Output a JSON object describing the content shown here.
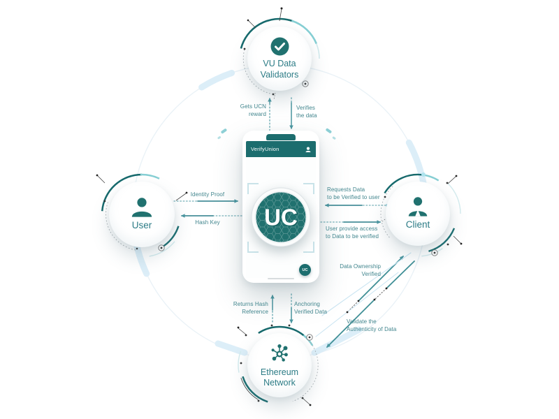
{
  "diagram_title": "VerifyUnion ecosystem diagram",
  "colors": {
    "teal": "#20716F",
    "teal_dark": "#176A6D",
    "text_teal": "#2B7B85",
    "arrow_teal": "#4A96A0",
    "light_arc": "#DCEEF8"
  },
  "nodes": {
    "validators": {
      "label": "VU Data\nValidators",
      "icon": "check-icon"
    },
    "user": {
      "label": "User",
      "icon": "user-icon"
    },
    "client": {
      "label": "Client",
      "icon": "client-icon"
    },
    "ethereum": {
      "label": "Ethereum\nNetwork",
      "icon": "network-icon"
    }
  },
  "phone": {
    "app_title": "VerifyUnion",
    "appbar_icon": "profile-icon",
    "coin_text": "UC",
    "badge_text": "UC"
  },
  "flows": {
    "gets_ucn_reward": "Gets UCN\nreward",
    "verifies_the_data": "Verifies\nthe data",
    "identity_proof": "Identity Proof",
    "hash_key": "Hash Key",
    "requests_data": "Requests Data\nto be Verified to user",
    "user_provide_access": "User provide access\nto Data to be verified",
    "returns_hash_reference": "Returns Hash\nReference",
    "anchoring_verified_data": "Anchoring\nVerified Data",
    "data_ownership_verified": "Data Ownership\nVerified",
    "validate_authenticity": "Validate the\nAuthenticity of Data"
  }
}
